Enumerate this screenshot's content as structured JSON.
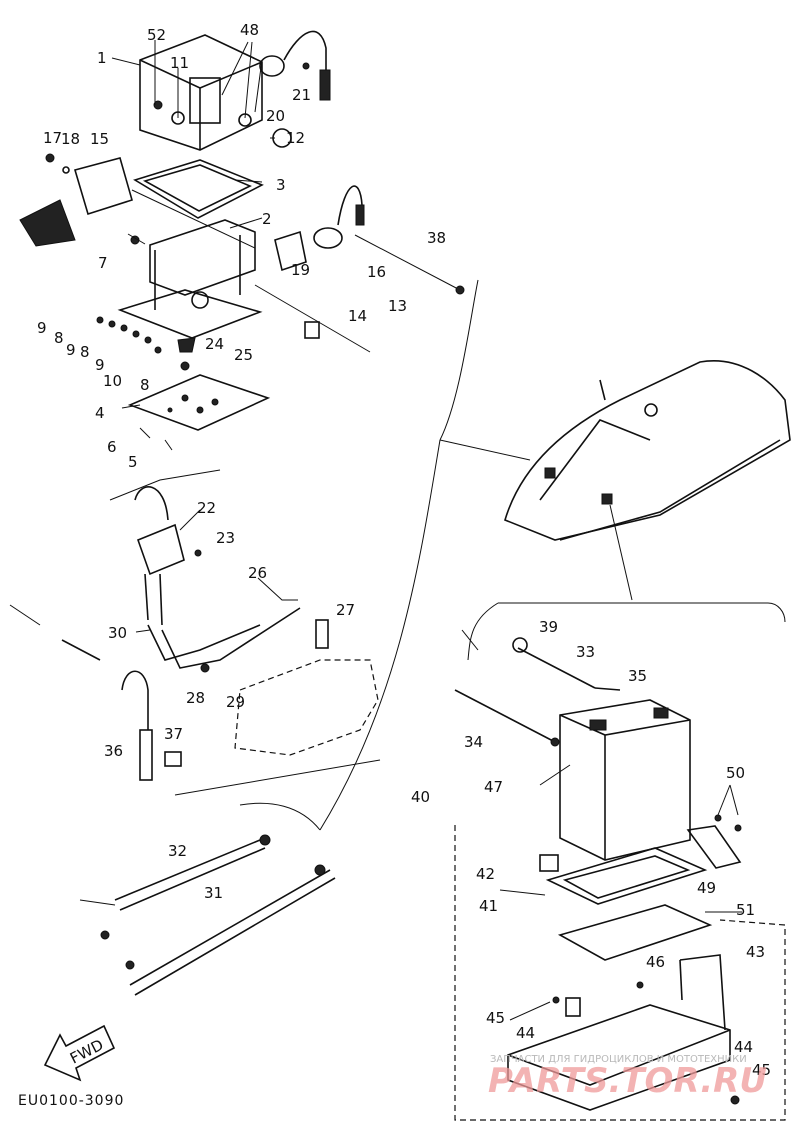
{
  "diagram": {
    "part_numbers": [
      "1",
      "2",
      "3",
      "4",
      "5",
      "6",
      "7",
      "8",
      "8",
      "8",
      "9",
      "9",
      "9",
      "10",
      "11",
      "12",
      "13",
      "14",
      "15",
      "16",
      "17",
      "18",
      "19",
      "20",
      "21",
      "22",
      "23",
      "24",
      "25",
      "26",
      "27",
      "28",
      "29",
      "30",
      "31",
      "32",
      "33",
      "34",
      "35",
      "36",
      "37",
      "38",
      "39",
      "40",
      "41",
      "42",
      "43",
      "44",
      "44",
      "45",
      "45",
      "46",
      "47",
      "48",
      "49",
      "50",
      "51",
      "52"
    ],
    "fwd_label": "FWD",
    "diagram_code": "EU0100-3090",
    "watermark_top": "ЗАПЧАСТИ ДЛЯ ГИДРОЦИКЛОВ И МОТОТЕХНИКИ",
    "watermark_brand": "PARTS.TOR.RU",
    "icons": [
      "electrical-box",
      "jet-ski",
      "battery",
      "battery-box",
      "wire-harness",
      "spark-plug",
      "ignition-coil"
    ]
  }
}
